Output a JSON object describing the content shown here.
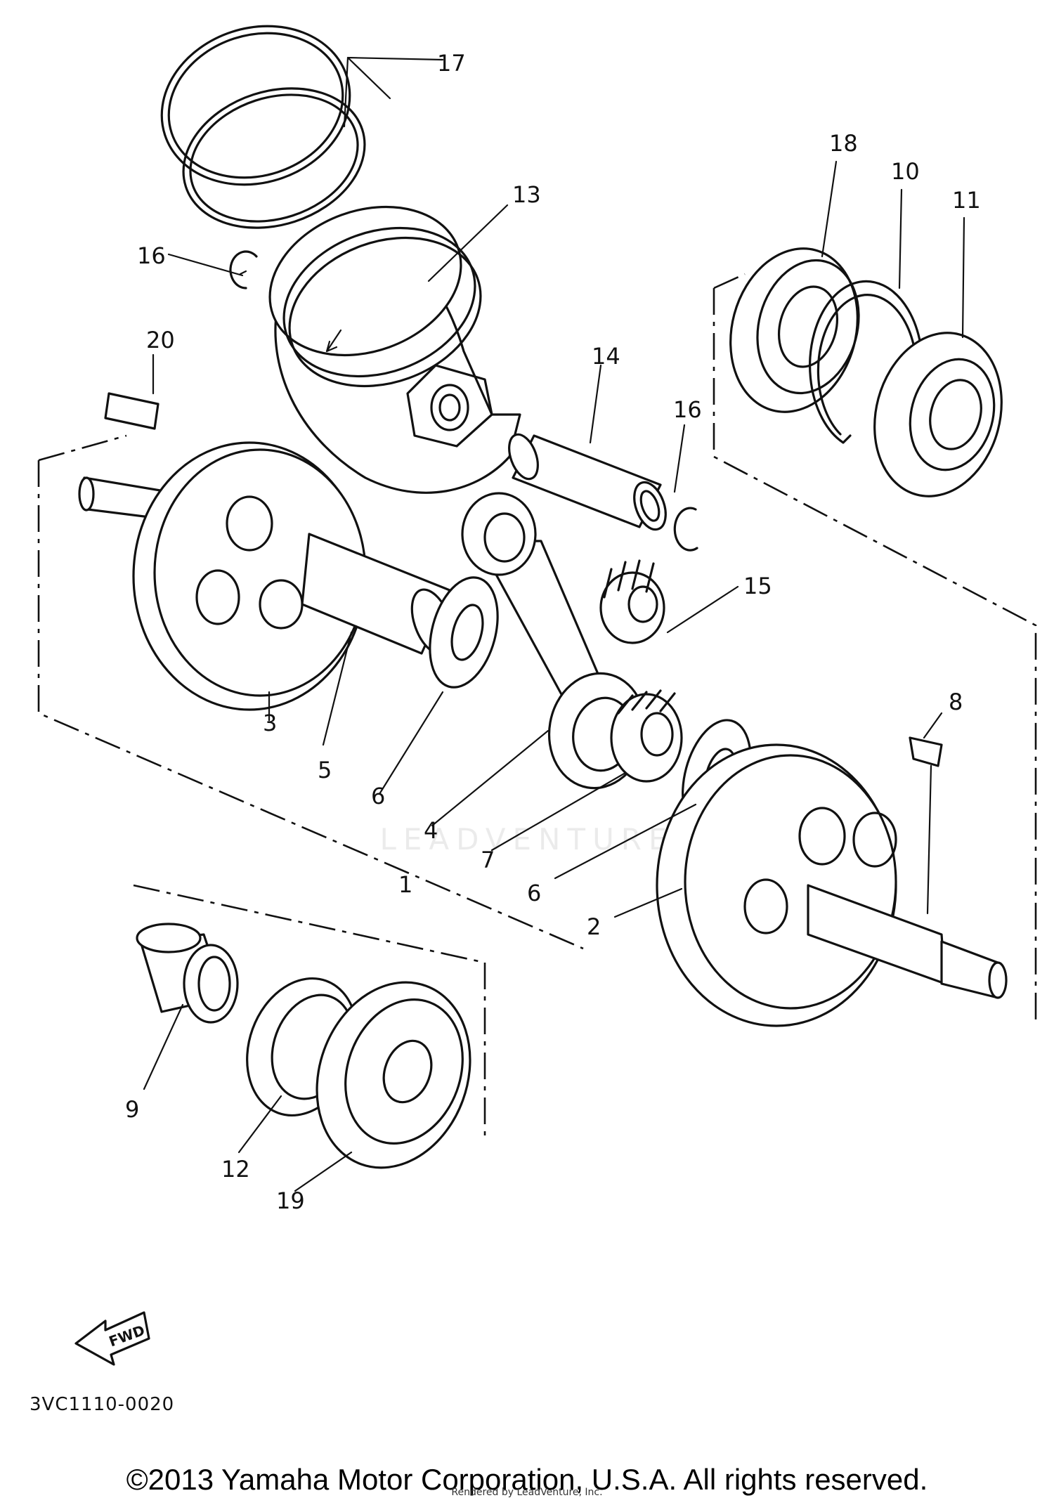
{
  "diagram": {
    "drawing_code": "3VC1110-0020",
    "direction_arrow_text": "FWD",
    "watermark": "LEADVENTURE",
    "parts": [
      {
        "ref": "1"
      },
      {
        "ref": "2"
      },
      {
        "ref": "3"
      },
      {
        "ref": "4"
      },
      {
        "ref": "5"
      },
      {
        "ref": "6"
      },
      {
        "ref": "7"
      },
      {
        "ref": "8"
      },
      {
        "ref": "9"
      },
      {
        "ref": "10"
      },
      {
        "ref": "11"
      },
      {
        "ref": "12"
      },
      {
        "ref": "13"
      },
      {
        "ref": "14"
      },
      {
        "ref": "15"
      },
      {
        "ref": "16"
      },
      {
        "ref": "17"
      },
      {
        "ref": "18"
      },
      {
        "ref": "19"
      },
      {
        "ref": "20"
      }
    ]
  },
  "footer": {
    "copyright": "©2013 Yamaha Motor Corporation, U.S.A. All rights reserved.",
    "rendered_by": "Rendered by LeadVenture, Inc."
  }
}
